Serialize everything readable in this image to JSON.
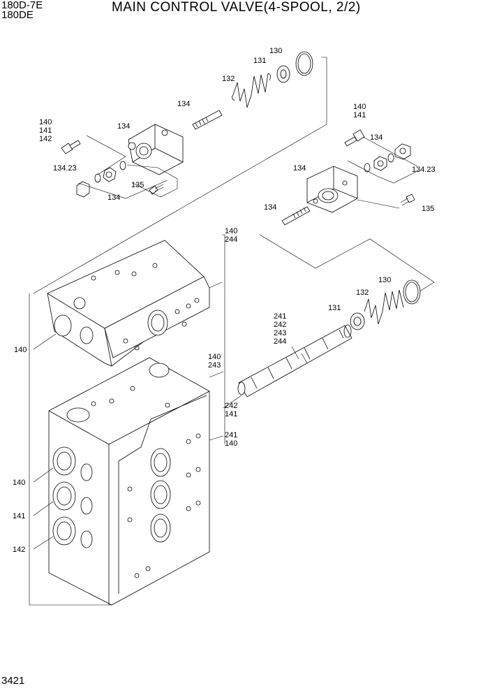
{
  "header": {
    "model_line1": "180D-7E",
    "model_line2": "180DE",
    "title": "MAIN CONTROL VALVE(4-SPOOL, 2/2)"
  },
  "footer": {
    "page_number": "3421"
  },
  "callouts": {
    "c130a": "130",
    "c131a": "131",
    "c132a": "132",
    "c134a": "134",
    "c134b": "134",
    "c140a": "140",
    "c141a": "141",
    "c142a": "142",
    "c13423a": "134.23",
    "c134c": "134",
    "c135a": "135",
    "c140b": "140",
    "c141b": "141",
    "c134d": "134",
    "c13423b": "134.23",
    "c134e": "134",
    "c134f": "134",
    "c135b": "135",
    "c140c": "140",
    "c244a": "244",
    "c140d": "140",
    "c130b": "130",
    "c132b": "132",
    "c131b": "131",
    "c241a": "241",
    "c242a": "242",
    "c243a": "243",
    "c244b": "244",
    "c140e": "140",
    "c243b": "243",
    "c242b": "242",
    "c141c": "141",
    "c241b": "241",
    "c140f": "140",
    "c140g": "140",
    "c141d": "141",
    "c142b": "142"
  }
}
